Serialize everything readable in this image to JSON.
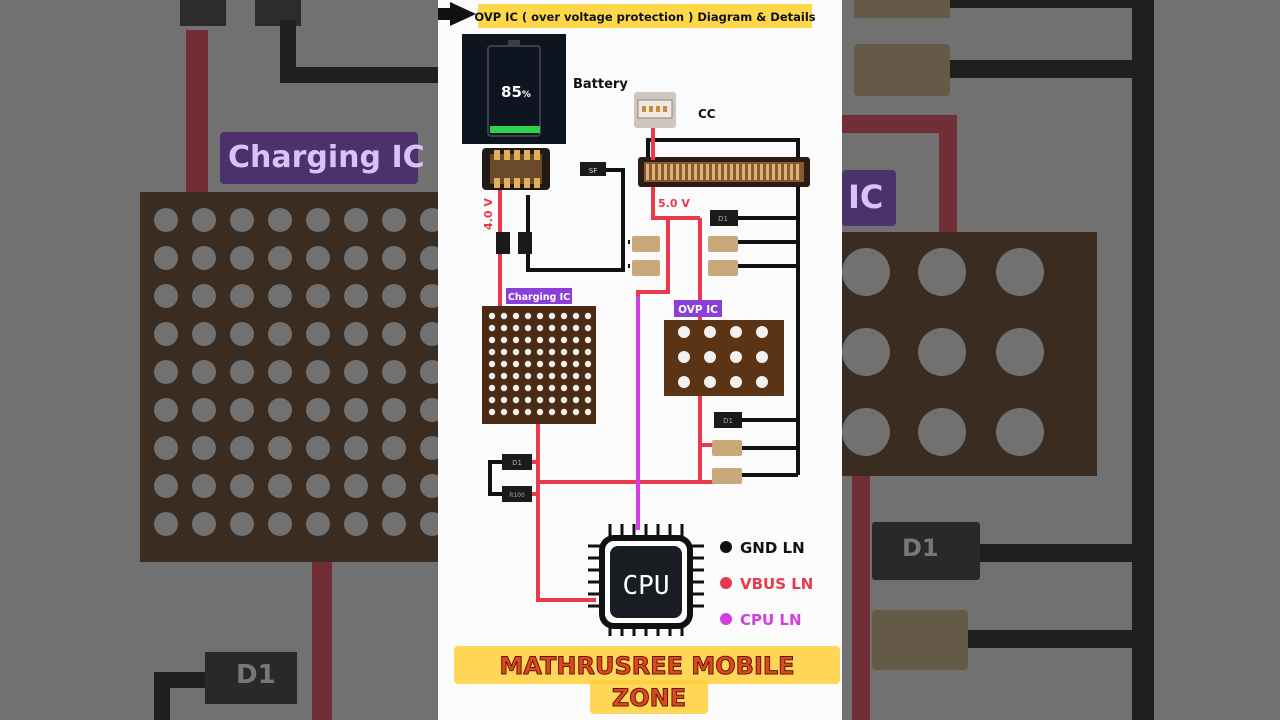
{
  "header": {
    "title": "OVP IC ( over voltage protection ) Diagram & Details"
  },
  "battery": {
    "percent_value": "85",
    "percent_unit": "%",
    "label": "Battery"
  },
  "connector": {
    "label": "CC"
  },
  "voltages": {
    "battery_line": "4.0 V",
    "vbus_line": "5.0 V"
  },
  "components": {
    "charging_ic": "Charging IC",
    "ovp_ic": "OVP IC",
    "cpu": "CPU",
    "fuse": "SF",
    "diode": "D1",
    "resistor": "R100"
  },
  "legend": [
    {
      "label": "GND LN",
      "color": "#111111"
    },
    {
      "label": "VBUS LN",
      "color": "#e8394d"
    },
    {
      "label": "CPU LN",
      "color": "#d23ee0"
    }
  ],
  "watermark": {
    "line1": "MATHRUSREE MOBILE",
    "line2": "ZONE"
  },
  "background": {
    "left_label": "Charging IC",
    "right_label": "IC",
    "diode_label": "D1"
  },
  "colors": {
    "gnd": "#111111",
    "vbus": "#e8394d",
    "cpu": "#d23ee0",
    "tag": "#8a3fd8",
    "header": "#ffd84a",
    "pcb": "#4a2a12"
  }
}
